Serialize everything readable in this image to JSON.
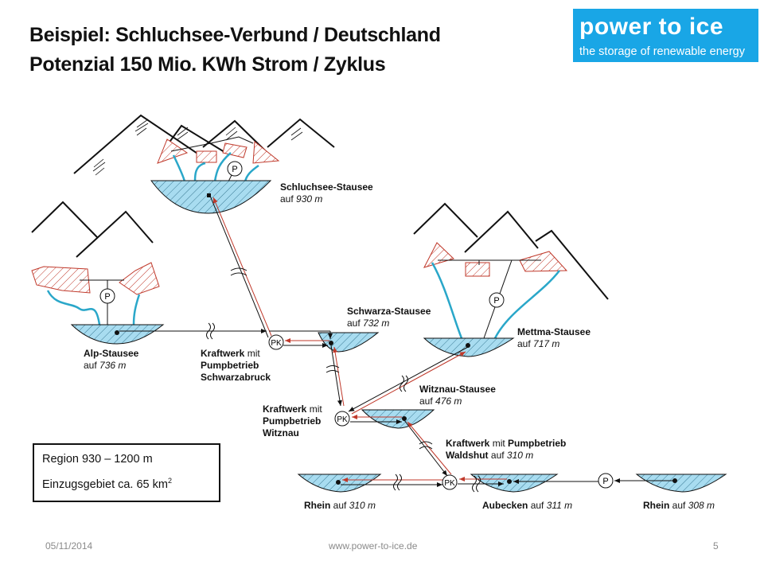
{
  "title": {
    "line1": "Beispiel: Schluchsee-Verbund  / Deutschland",
    "line2": "Potenzial  150 Mio. KWh Strom / Zyklus"
  },
  "logo": {
    "main": "power to ice",
    "sub": "the storage of renewable energy",
    "color": "#19a6e6"
  },
  "reservoirs": {
    "schluchsee": {
      "name": "Schluchsee-Stausee",
      "prefix": "auf ",
      "altitude": "930 m"
    },
    "alp": {
      "name": "Alp-Stausee",
      "prefix": "auf ",
      "altitude": "736 m"
    },
    "schwarza": {
      "name": "Schwarza-Stausee",
      "prefix": "auf ",
      "altitude": "732 m"
    },
    "mettma": {
      "name": "Mettma-Stausee",
      "prefix": "auf ",
      "altitude": "717 m"
    },
    "witznau": {
      "name": "Witznau-Stausee",
      "prefix": "auf ",
      "altitude": "476 m"
    },
    "rhein1": {
      "name": "Rhein",
      "prefix": " auf ",
      "altitude": "310 m"
    },
    "aubecken": {
      "name": "Aubecken",
      "prefix": " auf ",
      "altitude": "311 m"
    },
    "rhein2": {
      "name": "Rhein",
      "prefix": " auf ",
      "altitude": "308 m"
    }
  },
  "plants": {
    "schwarzabruck": {
      "l1a": "Kraftwerk",
      "l1b": " mit",
      "l2": "Pumpbetrieb",
      "l3": "Schwarzabruck"
    },
    "witznau": {
      "l1a": "Kraftwerk",
      "l1b": " mit",
      "l2": "Pumpbetrieb",
      "l3": "Witznau"
    },
    "waldshut": {
      "l1a": "Kraftwerk",
      "l1b": " mit ",
      "l1c": "Pumpbetrieb",
      "l2a": "Waldshut",
      "l2b": " auf ",
      "l2c": "310 m"
    }
  },
  "symbols": {
    "pump": "P",
    "pump_turbine": "PK"
  },
  "infobox": {
    "region": "Region  930 – 1200 m",
    "catchment": "Einzugsgebiet  ca. 65 km",
    "catchment_sup": "2"
  },
  "footer": {
    "date": "05/11/2014",
    "url": "www.power-to-ice.de",
    "page": "5"
  },
  "colors": {
    "water": "#a8dcf0",
    "hatch_red": "#c0392b",
    "flow_red": "#c0392b",
    "stream": "#2aa7c9"
  }
}
